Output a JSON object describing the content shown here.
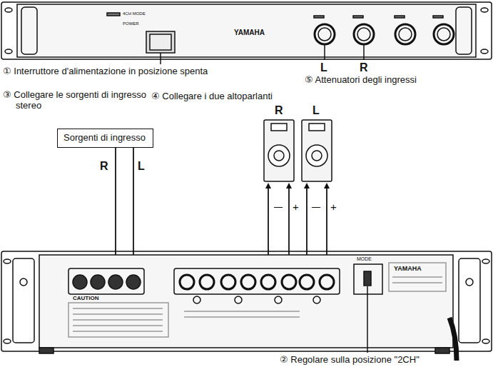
{
  "diagram": {
    "nodes": [
      {
        "text": [
          "Sorgenti di ingresso"
        ]
      }
    ],
    "labels": [
      "YAMAHA",
      "4CH MODE",
      "POWER",
      "L",
      "R",
      "① Interruttore d'alimentazione in posizione spenta",
      "⑤ Attenuatori degli ingressi",
      "④ Collegare i due altoparlanti",
      "③ Collegare le sorgenti di ingresso stereo",
      "R",
      "L",
      "R",
      "L",
      "—",
      "+",
      "—",
      "+",
      "CAUTION",
      "YAMAHA",
      "MODE",
      "② Regolare sulla posizione \"2CH\""
    ]
  }
}
